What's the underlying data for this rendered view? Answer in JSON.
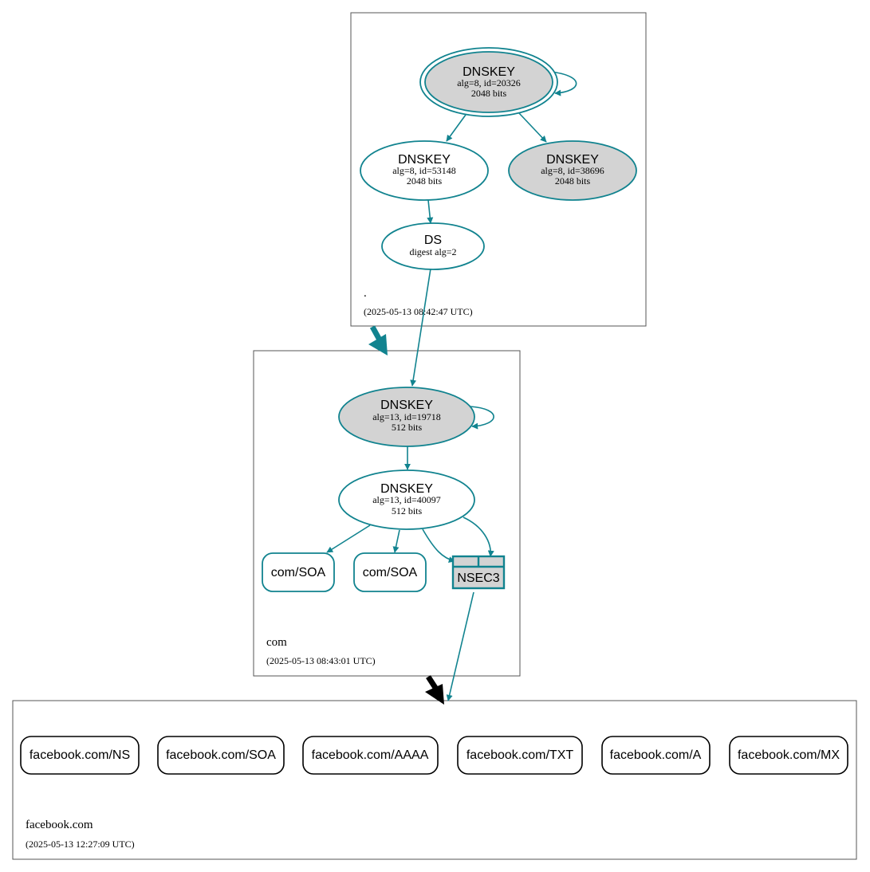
{
  "colors": {
    "edge": "#11838f",
    "sep_fill": "#d3d3d3",
    "delegation_black": "#000000"
  },
  "zones": {
    "root": {
      "label": ".",
      "timestamp": "(2025-05-13 08:42:47 UTC)",
      "nodes": {
        "ksk": {
          "title": "DNSKEY",
          "line1": "alg=8, id=20326",
          "line2": "2048 bits"
        },
        "zsk": {
          "title": "DNSKEY",
          "line1": "alg=8, id=53148",
          "line2": "2048 bits"
        },
        "key3": {
          "title": "DNSKEY",
          "line1": "alg=8, id=38696",
          "line2": "2048 bits"
        },
        "ds": {
          "title": "DS",
          "line1": "digest alg=2"
        }
      }
    },
    "com": {
      "label": "com",
      "timestamp": "(2025-05-13 08:43:01 UTC)",
      "nodes": {
        "ksk": {
          "title": "DNSKEY",
          "line1": "alg=13, id=19718",
          "line2": "512 bits"
        },
        "zsk": {
          "title": "DNSKEY",
          "line1": "alg=13, id=40097",
          "line2": "512 bits"
        },
        "soa1": {
          "label": "com/SOA"
        },
        "soa2": {
          "label": "com/SOA"
        },
        "nsec3": {
          "label": "NSEC3"
        }
      }
    },
    "facebook": {
      "label": "facebook.com",
      "timestamp": "(2025-05-13 12:27:09 UTC)",
      "records": [
        "facebook.com/NS",
        "facebook.com/SOA",
        "facebook.com/AAAA",
        "facebook.com/TXT",
        "facebook.com/A",
        "facebook.com/MX"
      ]
    }
  }
}
